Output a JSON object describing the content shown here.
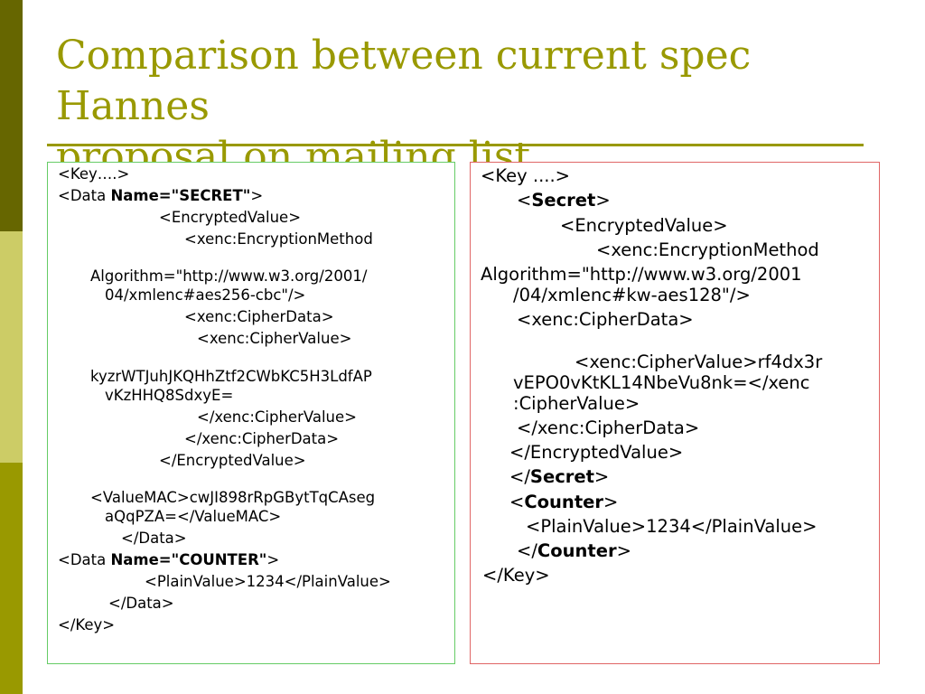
{
  "slide": {
    "title_line1": "Comparison between current spec Hannes",
    "title_line2": "proposal on mailing list"
  },
  "left": {
    "l1": "<Key….>",
    "l2a": "<Data ",
    "l2b": "Name=\"SECRET\"",
    "l2c": ">",
    "l3": "<EncryptedValue>",
    "l4": "<xenc:EncryptionMethod",
    "l5": "Algorithm=\"http://www.w3.org/2001/",
    "l6": "04/xmlenc#aes256-cbc\"/>",
    "l7": "<xenc:CipherData>",
    "l8": "<xenc:CipherValue>",
    "l9": "kyzrWTJuhJKQHhZtf2CWbKC5H3LdfAP",
    "l10": "vKzHHQ8SdxyE=",
    "l11": "</xenc:CipherValue>",
    "l12": "</xenc:CipherData>",
    "l13": "</EncryptedValue>",
    "l14": "<ValueMAC>cwJI898rRpGBytTqCAseg",
    "l15": "aQqPZA=</ValueMAC>",
    "l16": "</Data>",
    "l17a": "<Data ",
    "l17b": "Name=\"COUNTER\"",
    "l17c": ">",
    "l18": "<PlainValue>1234</PlainValue>",
    "l19": "</Data>",
    "l20": "</Key>"
  },
  "right": {
    "r1": "<Key ....>",
    "r2a": "<",
    "r2b": "Secret",
    "r2c": ">",
    "r3": "<EncryptedValue>",
    "r4": "<xenc:EncryptionMethod",
    "r5": "Algorithm=\"http://www.w3.org/2001",
    "r6": "/04/xmlenc#kw-aes128\"/>",
    "r7": "<xenc:CipherData>",
    "r8": "<xenc:CipherValue>rf4dx3r",
    "r9": "vEPO0vKtKL14NbeVu8nk=</xenc",
    "r10": ":CipherValue>",
    "r11": "</xenc:CipherData>",
    "r12": "</EncryptedValue>",
    "r13a": "</",
    "r13b": "Secret",
    "r13c": ">",
    "r14a": "<",
    "r14b": "Counter",
    "r14c": ">",
    "r15": "<PlainValue>1234</PlainValue>",
    "r16a": "</",
    "r16b": "Counter",
    "r16c": ">",
    "r17": "</Key>"
  },
  "colors": {
    "accent": "#999900",
    "band_dark": "#666600",
    "band_light": "#cccc66",
    "left_border": "#66cc66",
    "right_border": "#e06666"
  }
}
